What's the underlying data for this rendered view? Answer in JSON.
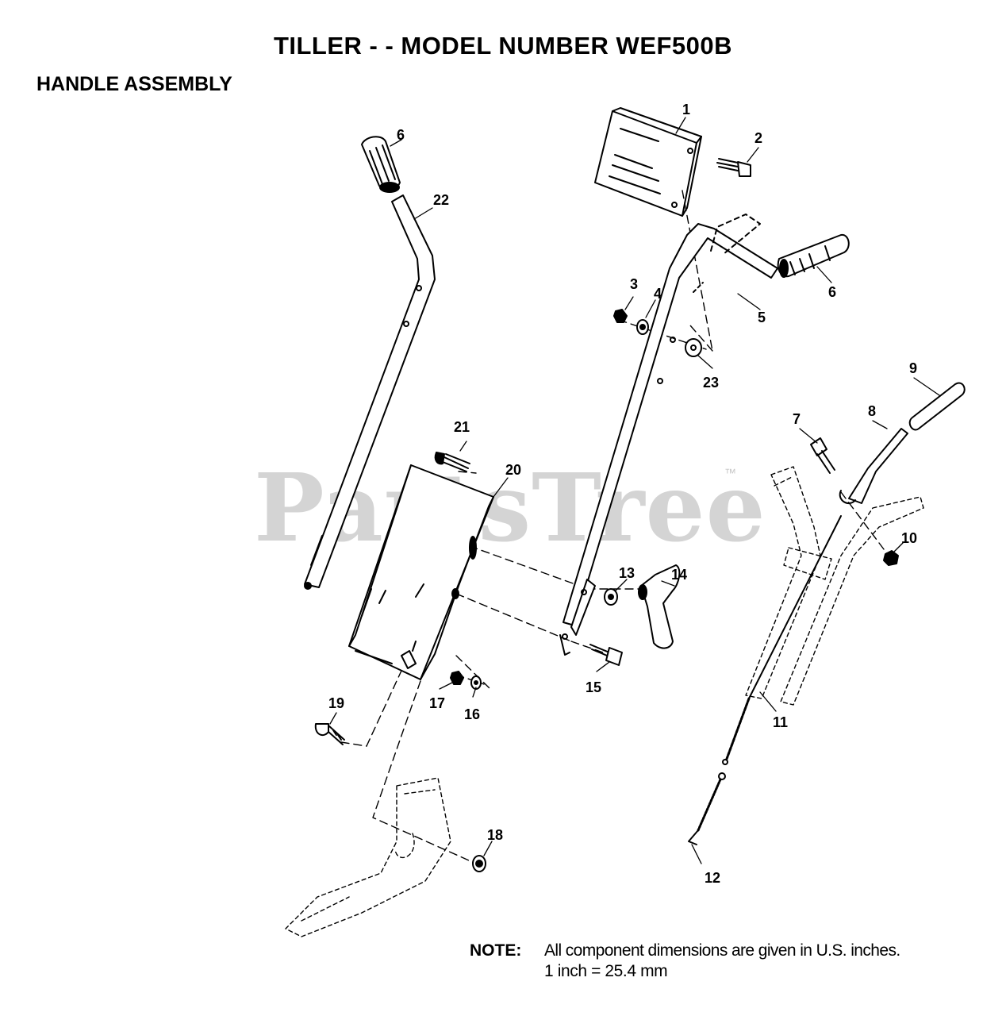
{
  "title": "TILLER - - MODEL NUMBER WEF500B",
  "subtitle": "HANDLE ASSEMBLY",
  "watermark": "PartsTree",
  "watermark_tm": "™",
  "note": {
    "label": "NOTE:",
    "line1": "All component dimensions are given in U.S. inches.",
    "line2": "1 inch = 25.4 mm"
  },
  "callouts": [
    "1",
    "2",
    "3",
    "4",
    "5",
    "6",
    "6",
    "7",
    "8",
    "9",
    "10",
    "11",
    "12",
    "13",
    "14",
    "15",
    "16",
    "17",
    "18",
    "19",
    "20",
    "21",
    "22",
    "23"
  ]
}
